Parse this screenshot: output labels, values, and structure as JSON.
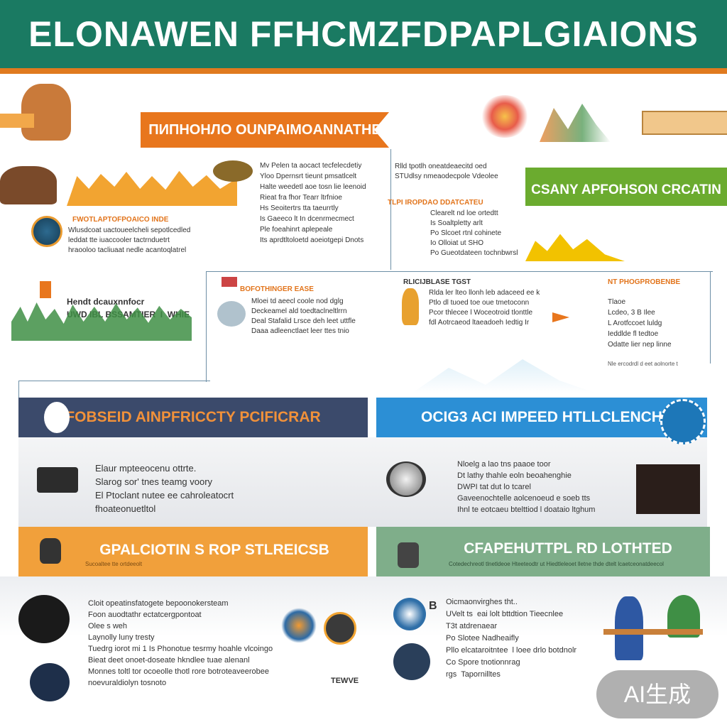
{
  "header": {
    "title": "ELONAWEN FFHCMZFDPAPLGIAIONS"
  },
  "ribbon": {
    "label": "ПИПНОНЛО  ОUNPAIMOANNATHE"
  },
  "green_band": {
    "label": "CSANY APFOHSON CRCATIN"
  },
  "top_center": {
    "label": "FWOTLAPTOFPOAICO INDE",
    "lines": "Wlusdcoat uactoueelcheli sepotlcedled\nleddat tte iuaccooler tactrnduetrt\nhraooloo tacliuaat nedle acantoqlatrel"
  },
  "col_mid": {
    "lines": "Mv Pelen ta aocact tecfelecdetiy\nYloo Dpernsrt tieunt pmsatlcelt\nHalte weedetl aoe tosn lie leenoid\nRieat fra fhor Tearr ltrfnioe\nHs Seoitertrs tta taeurrtly\nIs Gaeeco lt In dcenrmecmect\nPle foeahinrt aplepeale\nIts aprdtltoloetd aoeiotgepi Dnots"
  },
  "col_right": {
    "lines": "Rlld tpotlh oneatdeaecitd oed\nSTUdlsy nmeaodecpole Vdeolee",
    "label": "TLPI IROPDAO DDATCATEU",
    "sub": "Clearelt nd loe ortedtt\nIs Soaltpletty arlt\nPo Slcoet rtnl cohinete\nIo Olloiat ut SHO\nPo Gueotdateen tochnbwrsl"
  },
  "forest_block": {
    "text1": "Hendt dcauxnnfocr",
    "text2": "UWD IBL BSSAMTIER  I  WHIE"
  },
  "card_left": {
    "label": "BOFOTHINGER EASE",
    "lines": "Mloei td aeecl coole nod dglg\nDeckeamel ald toedtaclneltlrrn\nDeal Stafalid Lrsce deh leet uttfle\nDaaa adleenctlaet leer ttes tnio"
  },
  "card_mid": {
    "label": "RLICIJBLASE TGST",
    "lines": "Rlda ler lteo llonh leb adaceed ee k\nPtlo dl tuoed toe oue tmetoconn\nPcor thlecee l Woceotroid tlonttle\nfdl Aotrcaeod ltaeadoeh Iedtig Ir"
  },
  "card_right": {
    "label": "NT PHOGPROBENBE",
    "lines": "Tlaoe\nLcdeo, 3 B Ilee\nL Arotfccoet luldg\nIeddlde fl tedtoe\nOdatte lier nep linne"
  },
  "ski_caption": {
    "text": "Nle ercodrdl d eet aolnorte t"
  },
  "bar_navy": {
    "lead": "FOBSEID",
    "rest": " AINPFRICCTY PCIFICRAR"
  },
  "bar_blue": {
    "label": "OCIG3 ACI IMPEED HTLLCLENCH"
  },
  "mid_left": {
    "lines": "Elaur mpteeocenu ottrte.\nSlarog sor' tnes teamg voory\nEl Ptoclant nutee ee cahroleatocrt\nfhoateonuetltol"
  },
  "mid_right": {
    "lines": "Nloelg a lao tns paaoe toor\nDt lathy thahle eoln beoahenghie\nDWPI tat dut lo tcarel\nGaveenochtelle aolcenoeud e soeb tts\nIhnl te eotcaeu btelttiod l doataio ltghum"
  },
  "bar_orange": {
    "label": "GPALCIOTIN S ROP STLREICSB",
    "sub": "Sucoaltee tte ortdeeolt"
  },
  "bar_sage": {
    "label": "CFAPEHUTTPL RD LOTHTED",
    "sub": "Cotedechreotl tlnetldeoe Hteeteodtr ut Hiedtleleoet lletne thde dtelt lcaetceonatdeecol"
  },
  "bottom_left": {
    "lines": "Cloit opeatinsfatogete bepoonokersteam\nFoon auodtathr ectatcergpontoat\nOlee s weh\nLaynolly luny tresty\nTuedrg iorot mi 1 Is Phonotue tesrmy hoahle vlcoingo\nBieat deet onoet-doseate hkndlee tuae alenanl\nMonnes toltl tor ocoeolle thotl rore botroteaveerobee\nnoevuraldiolyn tosnoto",
    "side_tag": "TEWVE"
  },
  "bottom_right": {
    "lines": "Oicmaonvirghes tht..\nUVelt ts  eai lolt bttdtion Tieecnlee\nT3t atdrenaear\nPo Slotee Nadheaifly\nPllo elcataroitntee  l loee drlo botdnolr\nCo Spore tnotionnrag\nrgs  Tapornilltes",
    "badge_letter": "B"
  },
  "ai_badge": {
    "label": "AI生成"
  },
  "colors": {
    "header": "#1a7a62",
    "accent_orange": "#e8761d",
    "green": "#6bab2f",
    "navy": "#3b4a6b",
    "blue": "#2c8fd5",
    "sage": "#7fae8a"
  },
  "icons": [
    "globe-icon",
    "bulb-icon",
    "drum-icon",
    "hourglass-icon",
    "gear-icon",
    "network-icon",
    "person-icon"
  ]
}
